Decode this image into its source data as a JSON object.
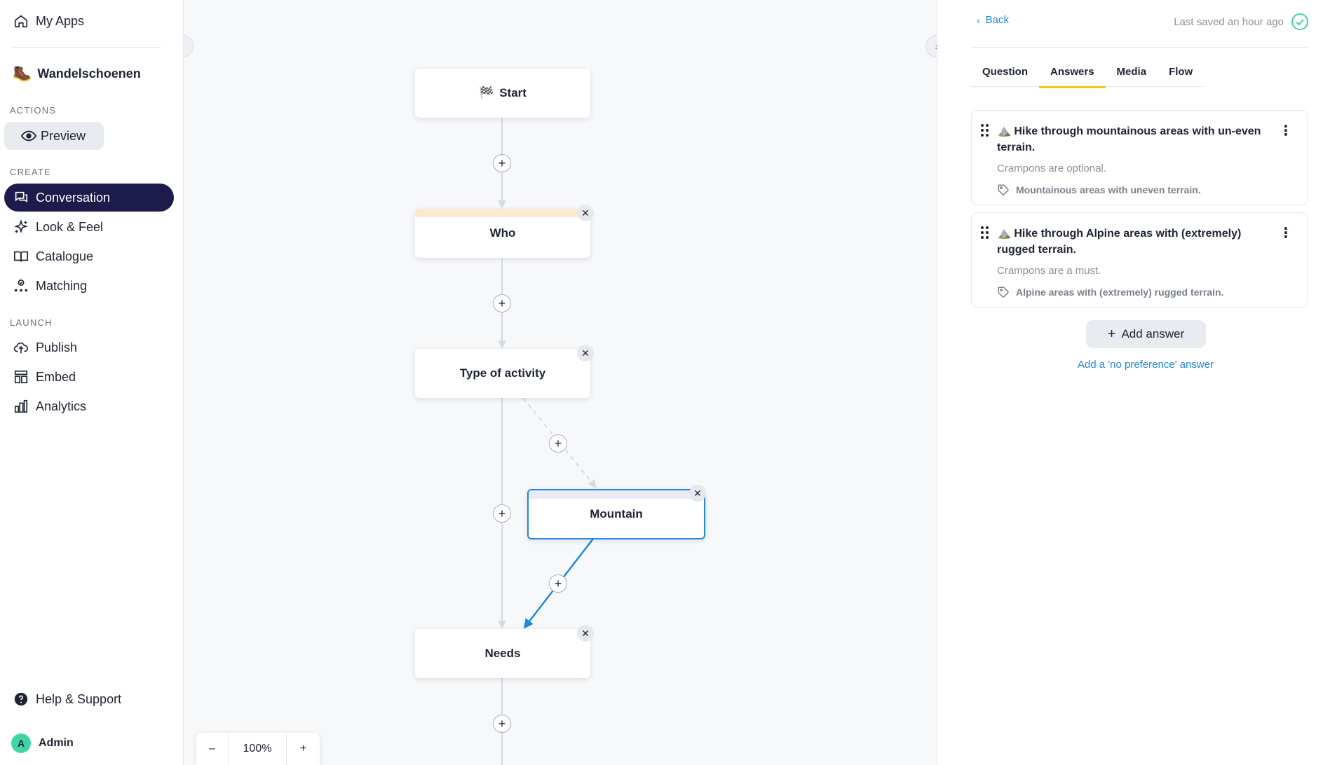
{
  "sidebar": {
    "my_apps": "My Apps",
    "app_name": "Wandelschoenen",
    "app_emoji": "🥾",
    "sections": {
      "actions": "ACTIONS",
      "create": "CREATE",
      "launch": "LAUNCH"
    },
    "preview_label": "Preview",
    "create_items": [
      {
        "label": "Conversation",
        "icon": "chat-icon",
        "active": true
      },
      {
        "label": "Look & Feel",
        "icon": "sparkle-icon",
        "active": false
      },
      {
        "label": "Catalogue",
        "icon": "book-icon",
        "active": false
      },
      {
        "label": "Matching",
        "icon": "matching-icon",
        "active": false
      }
    ],
    "launch_items": [
      {
        "label": "Publish",
        "icon": "upload-cloud-icon"
      },
      {
        "label": "Embed",
        "icon": "layout-icon"
      },
      {
        "label": "Analytics",
        "icon": "bar-chart-icon"
      }
    ],
    "help_label": "Help & Support",
    "user": {
      "initial": "A",
      "name": "Admin"
    }
  },
  "canvas": {
    "nodes": [
      {
        "label": "Start",
        "emoji": "🏁",
        "strip": null,
        "closable": false,
        "selected": false
      },
      {
        "label": "Who",
        "emoji": "",
        "strip": "#fde9cf",
        "closable": true,
        "selected": false
      },
      {
        "label": "Type of activity",
        "emoji": "",
        "strip": null,
        "closable": true,
        "selected": false
      },
      {
        "label": "Mountain",
        "emoji": "",
        "strip": "#e9ebf7",
        "closable": true,
        "selected": true
      },
      {
        "label": "Needs",
        "emoji": "",
        "strip": null,
        "closable": true,
        "selected": false
      }
    ],
    "plus_symbol": "+",
    "close_symbol": "✕",
    "zoom": {
      "out": "–",
      "level": "100%",
      "in": "+"
    },
    "colors": {
      "edge": "#d6dbe1",
      "selected_edge": "#1e88e5"
    }
  },
  "panel": {
    "back_label": "Back",
    "saved_status": "Last saved an hour ago",
    "saved_color": "#3ed6a0",
    "tabs": [
      {
        "label": "Question",
        "active": false
      },
      {
        "label": "Answers",
        "active": true
      },
      {
        "label": "Media",
        "active": false
      },
      {
        "label": "Flow",
        "active": false
      }
    ],
    "answers": [
      {
        "emoji": "⛰️",
        "title": "Hike through mountainous areas with un-even terrain.",
        "description": "Crampons are optional.",
        "tag": "Mountainous areas with uneven terrain."
      },
      {
        "emoji": "⛰️",
        "title": "Hike through Alpine areas with (extremely) rugged terrain.",
        "description": "Crampons are a must.",
        "tag": "Alpine areas with (extremely) rugged terrain."
      }
    ],
    "add_answer_label": "Add answer",
    "no_preference_label": "Add a 'no preference' answer"
  }
}
